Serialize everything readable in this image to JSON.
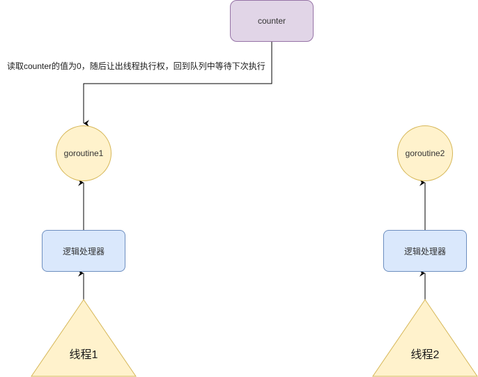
{
  "diagram": {
    "counter": {
      "label": "counter"
    },
    "edge_label": "读取counter的值为0，随后让出线程执行权，回到队列中等待下次执行",
    "left": {
      "goroutine": "goroutine1",
      "processor": "逻辑处理器",
      "thread": "线程1"
    },
    "right": {
      "goroutine": "goroutine2",
      "processor": "逻辑处理器",
      "thread": "线程2"
    },
    "colors": {
      "counter_fill": "#e1d5e7",
      "counter_stroke": "#9673a6",
      "processor_fill": "#dae8fc",
      "processor_stroke": "#6c8ebf",
      "goroutine_fill": "#fff2cc",
      "goroutine_stroke": "#d6b656"
    }
  }
}
